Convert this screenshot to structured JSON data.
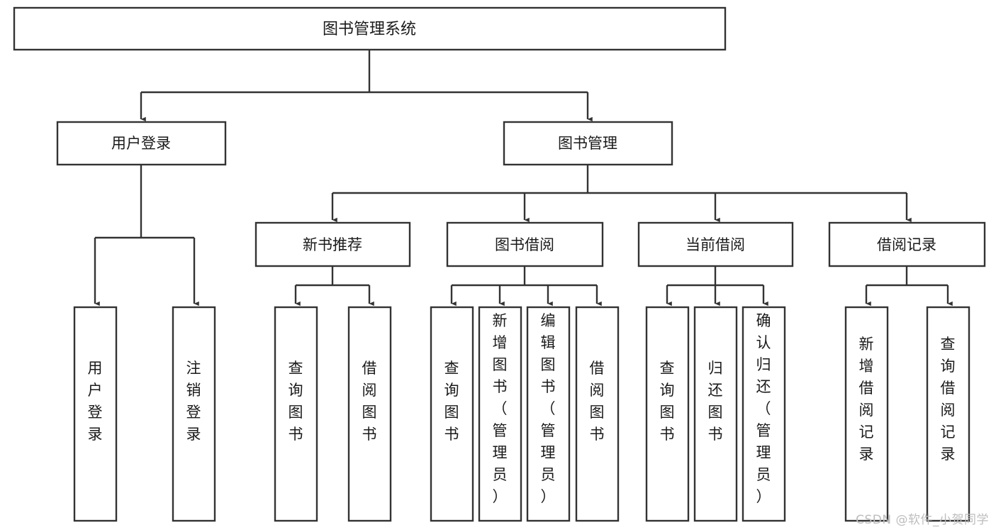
{
  "diagram": {
    "title": "图书管理系统",
    "type": "hierarchy-tree",
    "watermark": "CSDN @软件_小贺同学",
    "colors": {
      "background": "#ffffff",
      "box_fill": "#ffffff",
      "box_stroke": "#333333",
      "text": "#1a1a1a",
      "watermark": "#bdbdbd"
    },
    "levels": 4,
    "nodes": {
      "root": {
        "label": "图书管理系统",
        "orientation": "horizontal"
      },
      "level2": [
        {
          "id": "user-login",
          "label": "用户登录",
          "orientation": "horizontal"
        },
        {
          "id": "book-manage",
          "label": "图书管理",
          "orientation": "horizontal"
        }
      ],
      "level3": [
        {
          "id": "new-book-recommend",
          "label": "新书推荐",
          "orientation": "horizontal"
        },
        {
          "id": "book-borrow",
          "label": "图书借阅",
          "orientation": "horizontal"
        },
        {
          "id": "current-borrow",
          "label": "当前借阅",
          "orientation": "horizontal"
        },
        {
          "id": "borrow-record",
          "label": "借阅记录",
          "orientation": "horizontal"
        }
      ],
      "leaves": {
        "user-login": [
          {
            "id": "leaf-user-login",
            "label": "用户登录",
            "chars": [
              "用",
              "户",
              "登",
              "录"
            ]
          },
          {
            "id": "leaf-logout",
            "label": "注销登录",
            "chars": [
              "注",
              "销",
              "登",
              "录"
            ]
          }
        ],
        "new-book-recommend": [
          {
            "id": "leaf-query-book-1",
            "label": "查询图书",
            "chars": [
              "查",
              "询",
              "图",
              "书"
            ]
          },
          {
            "id": "leaf-borrow-book-1",
            "label": "借阅图书",
            "chars": [
              "借",
              "阅",
              "图",
              "书"
            ]
          }
        ],
        "book-borrow": [
          {
            "id": "leaf-query-book-2",
            "label": "查询图书",
            "chars": [
              "查",
              "询",
              "图",
              "书"
            ]
          },
          {
            "id": "leaf-add-book",
            "label": "新增图书（管理员）",
            "chars": [
              "新",
              "增",
              "图",
              "书",
              "（",
              "管",
              "理",
              "员",
              "）"
            ]
          },
          {
            "id": "leaf-edit-book",
            "label": "编辑图书（管理员）",
            "chars": [
              "编",
              "辑",
              "图",
              "书",
              "（",
              "管",
              "理",
              "员",
              "）"
            ]
          },
          {
            "id": "leaf-borrow-book-2",
            "label": "借阅图书",
            "chars": [
              "借",
              "阅",
              "图",
              "书"
            ]
          }
        ],
        "current-borrow": [
          {
            "id": "leaf-query-book-3",
            "label": "查询图书",
            "chars": [
              "查",
              "询",
              "图",
              "书"
            ]
          },
          {
            "id": "leaf-return-book",
            "label": "归还图书",
            "chars": [
              "归",
              "还",
              "图",
              "书"
            ]
          },
          {
            "id": "leaf-confirm-return",
            "label": "确认归还（管理员）",
            "chars": [
              "确",
              "认",
              "归",
              "还",
              "（",
              "管",
              "理",
              "员",
              "）"
            ]
          }
        ],
        "borrow-record": [
          {
            "id": "leaf-add-record",
            "label": "新增借阅记录",
            "chars": [
              "新",
              "增",
              "借",
              "阅",
              "记",
              "录"
            ]
          },
          {
            "id": "leaf-query-record",
            "label": "查询借阅记录",
            "chars": [
              "查",
              "询",
              "借",
              "阅",
              "记",
              "录"
            ]
          }
        ]
      }
    }
  }
}
